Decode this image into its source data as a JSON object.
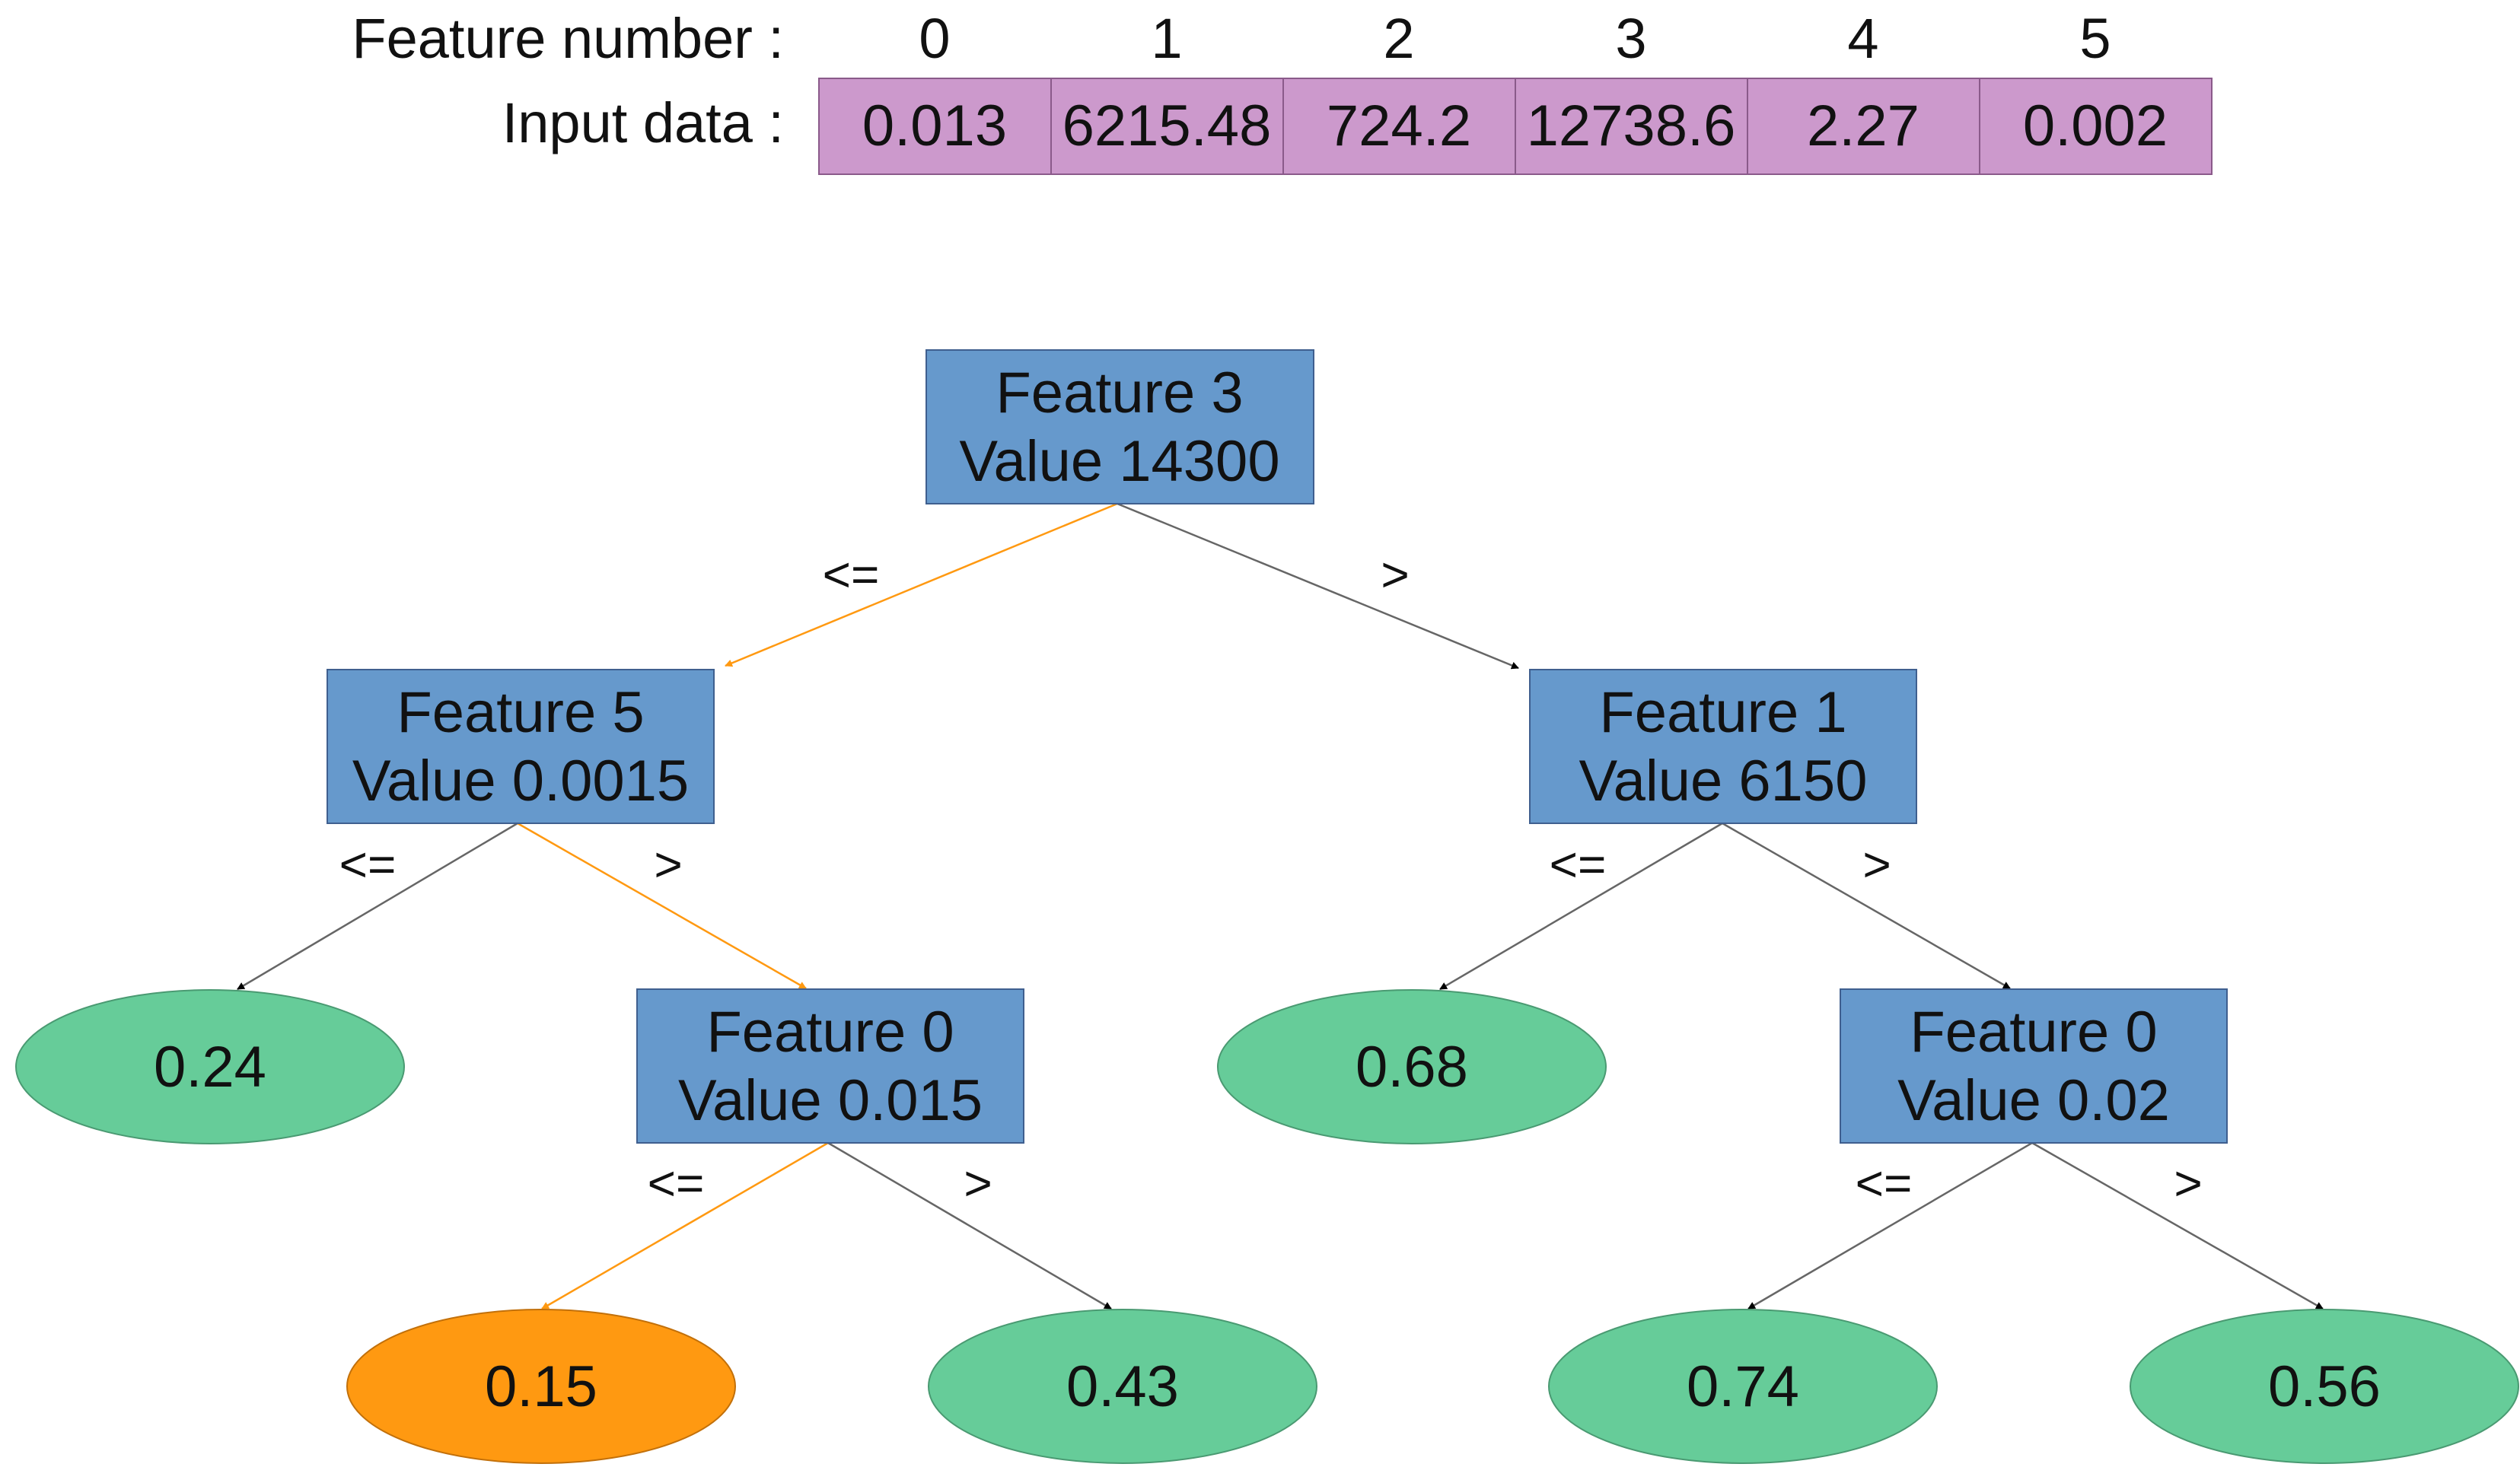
{
  "header": {
    "feature_label": "Feature number :",
    "input_label": "Input data :",
    "feature_numbers": [
      "0",
      "1",
      "2",
      "3",
      "4",
      "5"
    ],
    "input_values": [
      "0.013",
      "6215.48",
      "724.2",
      "12738.6",
      "2.27",
      "0.002"
    ]
  },
  "colors": {
    "cell": "#cc99cc",
    "split_node": "#6699cc",
    "leaf": "#66cc99",
    "leaf_selected": "#ff9911",
    "path_edge": "#ff9911",
    "edge": "#666666"
  },
  "tree": {
    "nodes": {
      "root": {
        "line1": "Feature 3",
        "line2": "Value 14300"
      },
      "n_l": {
        "line1": "Feature 5",
        "line2": "Value 0.0015"
      },
      "n_r": {
        "line1": "Feature 1",
        "line2": "Value 6150"
      },
      "n_lr": {
        "line1": "Feature 0",
        "line2": "Value 0.015"
      },
      "n_rr": {
        "line1": "Feature 0",
        "line2": "Value 0.02"
      },
      "leaf_ll": {
        "value": "0.24"
      },
      "leaf_rl": {
        "value": "0.68"
      },
      "leaf_lrl": {
        "value": "0.15"
      },
      "leaf_lrr": {
        "value": "0.43"
      },
      "leaf_rrl": {
        "value": "0.74"
      },
      "leaf_rrr": {
        "value": "0.56"
      }
    },
    "edge_labels": {
      "le": "<=",
      "gt": ">"
    }
  }
}
